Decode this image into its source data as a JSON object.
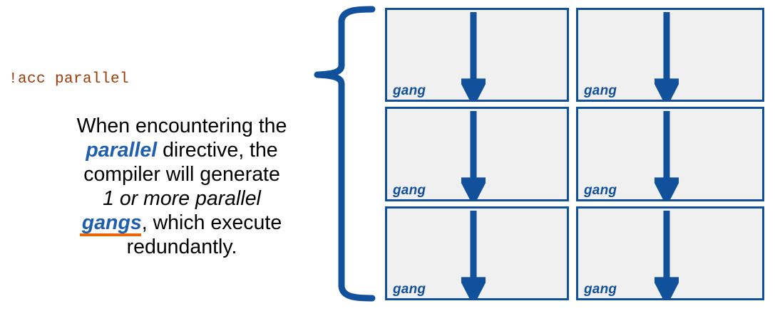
{
  "slide": {
    "background_color": "#FFFFFF",
    "accent_blue": "#11509B",
    "text_blue": "#1F5FAD",
    "accent_orange": "#EC6608",
    "code_color": "#9C3A06",
    "box_fill": "#F0F0F0"
  },
  "code": {
    "directive": "!acc parallel"
  },
  "description": {
    "line1": {
      "text": "When encountering the"
    },
    "line2": {
      "keyword": "parallel",
      "rest": " directive, the"
    },
    "line3": {
      "text": "compiler will generate"
    },
    "line4": {
      "emphasis": "1 or more parallel"
    },
    "line5": {
      "keyword": "gangs",
      "rest": ", which execute"
    },
    "line6": {
      "text": "redundantly."
    },
    "full_text": "When encountering the parallel directive, the compiler will generate 1 or more parallel gangs, which execute redundantly."
  },
  "brace": {
    "name": "left-curly-brace",
    "color": "#11509B"
  },
  "gang_grid": {
    "columns": 2,
    "rows": 3,
    "cells": [
      {
        "label": "gang",
        "arrow": "down-arrow"
      },
      {
        "label": "gang",
        "arrow": "down-arrow"
      },
      {
        "label": "gang",
        "arrow": "down-arrow"
      },
      {
        "label": "gang",
        "arrow": "down-arrow"
      },
      {
        "label": "gang",
        "arrow": "down-arrow"
      },
      {
        "label": "gang",
        "arrow": "down-arrow"
      }
    ]
  }
}
